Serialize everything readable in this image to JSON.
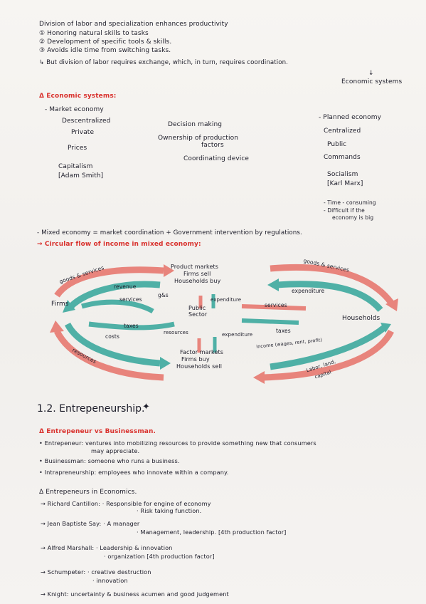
{
  "intro": {
    "l1": "Division of labor and specialization enhances productivity",
    "l2": "① Honoring natural skills to tasks",
    "l3": "② Development of specific tools & skills.",
    "l4": "③ Avoids idle time from switching tasks.",
    "l5": "↳ But division of labor requires exchange, which, in turn, requires coordination.",
    "l6": "↓",
    "l7": "Economic systems"
  },
  "systems": {
    "heading": "Δ Economic systems:",
    "market_title": "- Market economy",
    "market_1": "Descentralized",
    "market_2": "Private",
    "market_3": "Prices",
    "market_4": "Capitalism",
    "market_5": "[Adam Smith]",
    "mid_1": "Decision making",
    "mid_2": "Ownership of production",
    "mid_2b": "factors",
    "mid_3": "Coordinating device",
    "planned_title": "- Planned economy",
    "planned_1": "Centralized",
    "planned_2": "Public",
    "planned_3": "Commands",
    "planned_4": "Socialism",
    "planned_5": "[Karl Marx]",
    "planned_6": "- Time - consuming",
    "planned_7": "- Difficult if the",
    "planned_8": "economy is big"
  },
  "mixed": {
    "line1": "- Mixed economy = market coordination + Government intervention by regulations.",
    "heading": "→ Circular flow of income in mixed economy:"
  },
  "diagram": {
    "firms": "Firms",
    "households": "Households",
    "product_markets": "Product markets",
    "firms_sell": "Firms sell",
    "households_buy": "Households buy",
    "public_sector": "Public",
    "public_sector2": "Sector",
    "factor_markets": "Factor markets",
    "firms_buy": "Firms buy",
    "households_sell": "Households sell",
    "goods_services_l": "goods & services",
    "goods_services_r": "goods & services",
    "revenue": "revenue",
    "expenditure_r": "expenditure",
    "services_l": "services",
    "services_r": "services",
    "gs": "g&s",
    "expenditure_mid": "expenditure",
    "taxes_l": "taxes",
    "taxes_r": "taxes",
    "resources_mid": "resources",
    "expenditure_mid2": "expenditure",
    "costs": "costs",
    "income": "income (wages, rent, profit)",
    "resources_l": "resources",
    "labor": "Labor, land,",
    "capital": "capital"
  },
  "entre": {
    "title": "1.2. Entrepeneurship.",
    "sub1": "Δ Entrepeneur vs Businessman.",
    "e1": "• Entrepeneur: ventures into mobilizing resources to provide something new that consumers",
    "e1b": "may appreciate.",
    "e2": "• Businessman: someone who runs a business.",
    "e3": "• Intrapreneurship: employees who innovate within a company.",
    "sub2": "Δ Entrepeneurs in Economics.",
    "r1a": "→ Richard Cantillon: · Responsible for engine of economy",
    "r1b": "· Risk taking function.",
    "r2a": "→ Jean Baptiste Say: · A manager",
    "r2b": "· Management, leadership. [4th production factor]",
    "r3a": "→ Alfred Marshall: · Leadership & innovation",
    "r3b": "· organization [4th production factor]",
    "r4a": "→ Schumpeter: · creative destruction",
    "r4b": "· innovation",
    "r5": "→ Knight: uncertainty & business acumen and good judgement"
  },
  "colors": {
    "accent_red": "#d9322e",
    "teal": "#4fb0a6",
    "pink": "#e8847c"
  }
}
